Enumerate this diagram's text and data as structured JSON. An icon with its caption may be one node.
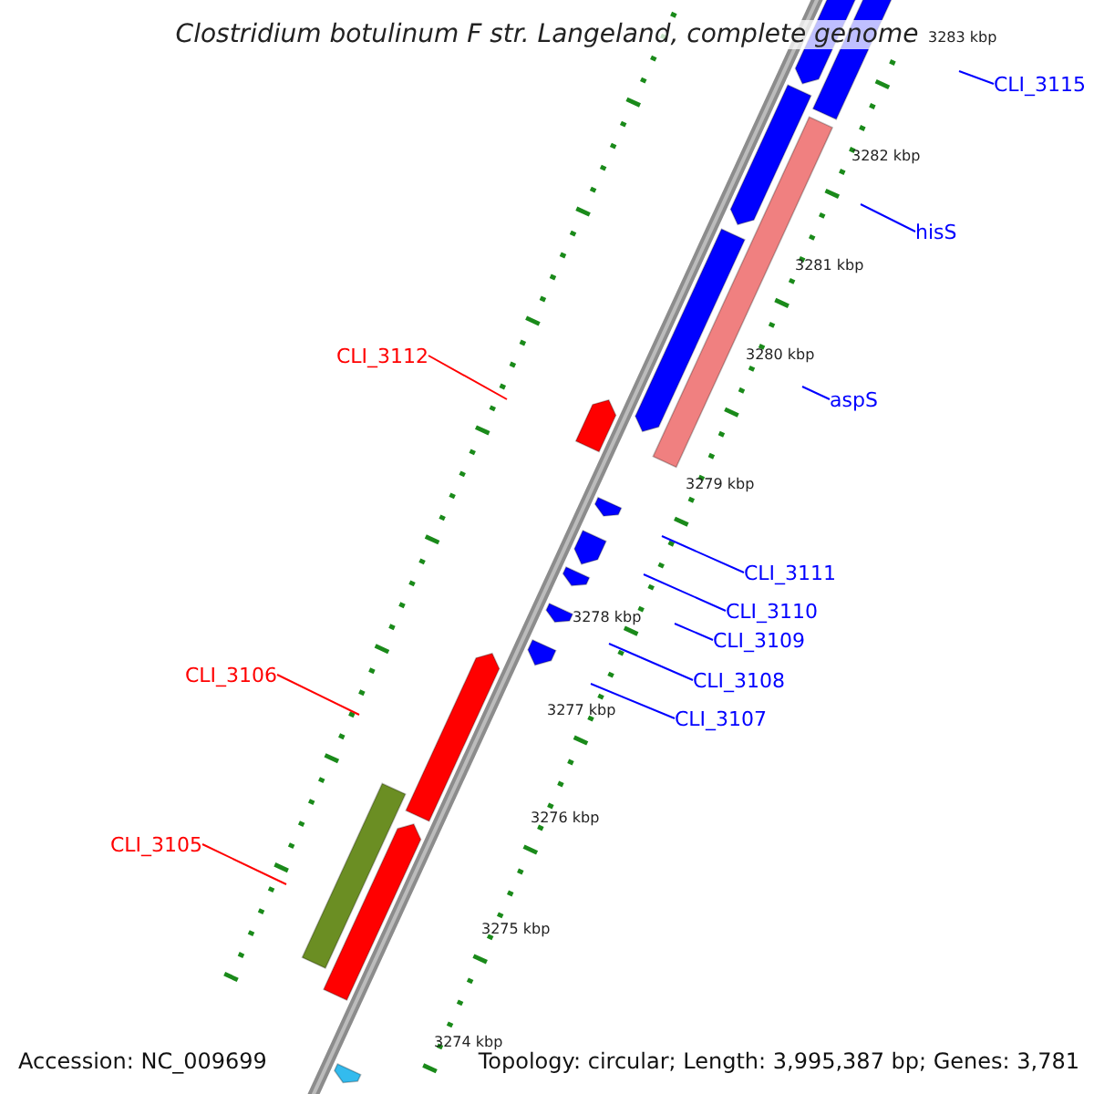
{
  "diagram": {
    "title": "Clostridium botulinum F str. Langeland, complete genome",
    "nodes": [
      {
        "text": [
          "CLI_3115"
        ]
      },
      {
        "text": [
          "hisS"
        ]
      },
      {
        "text": [
          "aspS"
        ]
      },
      {
        "text": [
          "CLI_3111"
        ]
      },
      {
        "text": [
          "CLI_3110"
        ]
      },
      {
        "text": [
          "CLI_3109"
        ]
      },
      {
        "text": [
          "CLI_3108"
        ]
      },
      {
        "text": [
          "CLI_3107"
        ]
      },
      {
        "text": [
          "CLI_3112"
        ]
      },
      {
        "text": [
          "CLI_3106"
        ]
      },
      {
        "text": [
          "CLI_3105"
        ]
      }
    ],
    "edges": [
      {
        "from": 0,
        "to": null,
        "arrow": "none"
      },
      {
        "from": 1,
        "to": null,
        "arrow": "none"
      },
      {
        "from": 2,
        "to": null,
        "arrow": "none"
      },
      {
        "from": 3,
        "to": null,
        "arrow": "none"
      },
      {
        "from": 4,
        "to": null,
        "arrow": "none"
      },
      {
        "from": 5,
        "to": null,
        "arrow": "none"
      },
      {
        "from": 6,
        "to": null,
        "arrow": "none"
      },
      {
        "from": 7,
        "to": null,
        "arrow": "none"
      },
      {
        "from": 8,
        "to": null,
        "arrow": "none",
        "color": "#ff0000"
      },
      {
        "from": 9,
        "to": null,
        "arrow": "none",
        "color": "#ff0000"
      },
      {
        "from": 10,
        "to": null,
        "arrow": "none",
        "color": "#ff0000"
      }
    ],
    "labels": [
      "3283 kbp",
      "3282 kbp",
      "3281 kbp",
      "3280 kbp",
      "3279 kbp",
      "3278 kbp",
      "3277 kbp",
      "3276 kbp",
      "3275 kbp",
      "3274 kbp",
      "Accession: NC_009699",
      "Topology: circular; Length: 3,995,387 bp; Genes: 3,781"
    ]
  }
}
